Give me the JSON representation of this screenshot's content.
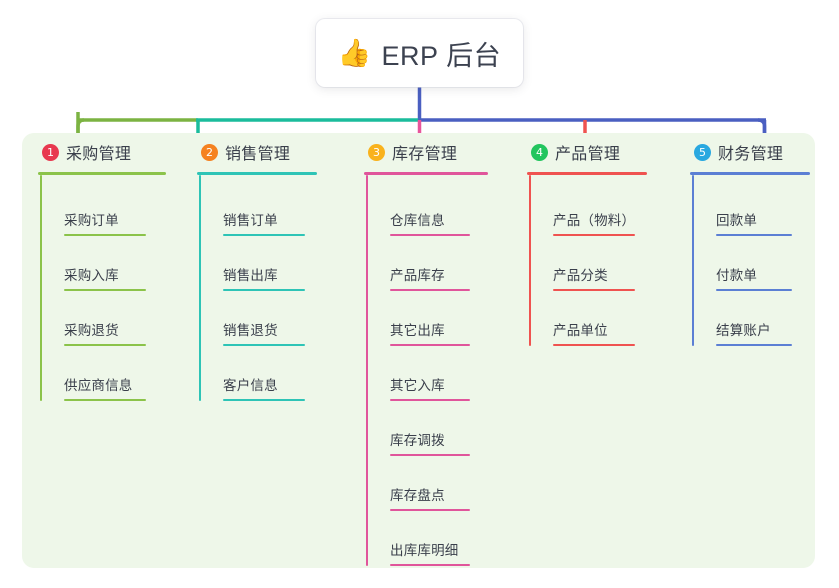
{
  "root": {
    "icon": "thumbs-up-icon",
    "emoji": "👍",
    "title": "ERP 后台"
  },
  "palette": {
    "panel_bg": "#eef7e9",
    "page_bg": "#ffffff",
    "text": "#3a3f4b",
    "bus_green": "#7cb342",
    "bus_teal": "#1abc9c",
    "bus_blue": "#4a5fc1"
  },
  "columns": [
    {
      "index": "1",
      "badge_color": "#e8384f",
      "line_color": "#8bc34a",
      "title": "采购管理",
      "items": [
        {
          "label": "采购订单"
        },
        {
          "label": "采购入库"
        },
        {
          "label": "采购退货"
        },
        {
          "label": "供应商信息"
        }
      ]
    },
    {
      "index": "2",
      "badge_color": "#f58220",
      "line_color": "#2ec4b6",
      "title": "销售管理",
      "items": [
        {
          "label": "销售订单"
        },
        {
          "label": "销售出库"
        },
        {
          "label": "销售退货"
        },
        {
          "label": "客户信息"
        }
      ]
    },
    {
      "index": "3",
      "badge_color": "#f9b21c",
      "line_color": "#e0559b",
      "title": "库存管理",
      "items": [
        {
          "label": "仓库信息"
        },
        {
          "label": "产品库存"
        },
        {
          "label": "其它出库"
        },
        {
          "label": "其它入库"
        },
        {
          "label": "库存调拨"
        },
        {
          "label": "库存盘点"
        },
        {
          "label": "出库库明细"
        }
      ]
    },
    {
      "index": "4",
      "badge_color": "#22c55e",
      "line_color": "#ef5350",
      "title": "产品管理",
      "items": [
        {
          "label": "产品（物料）"
        },
        {
          "label": "产品分类"
        },
        {
          "label": "产品单位"
        }
      ]
    },
    {
      "index": "5",
      "badge_color": "#29a8e0",
      "line_color": "#5b7fd4",
      "title": "财务管理",
      "items": [
        {
          "label": "回款单"
        },
        {
          "label": "付款单"
        },
        {
          "label": "结算账户"
        }
      ]
    }
  ]
}
